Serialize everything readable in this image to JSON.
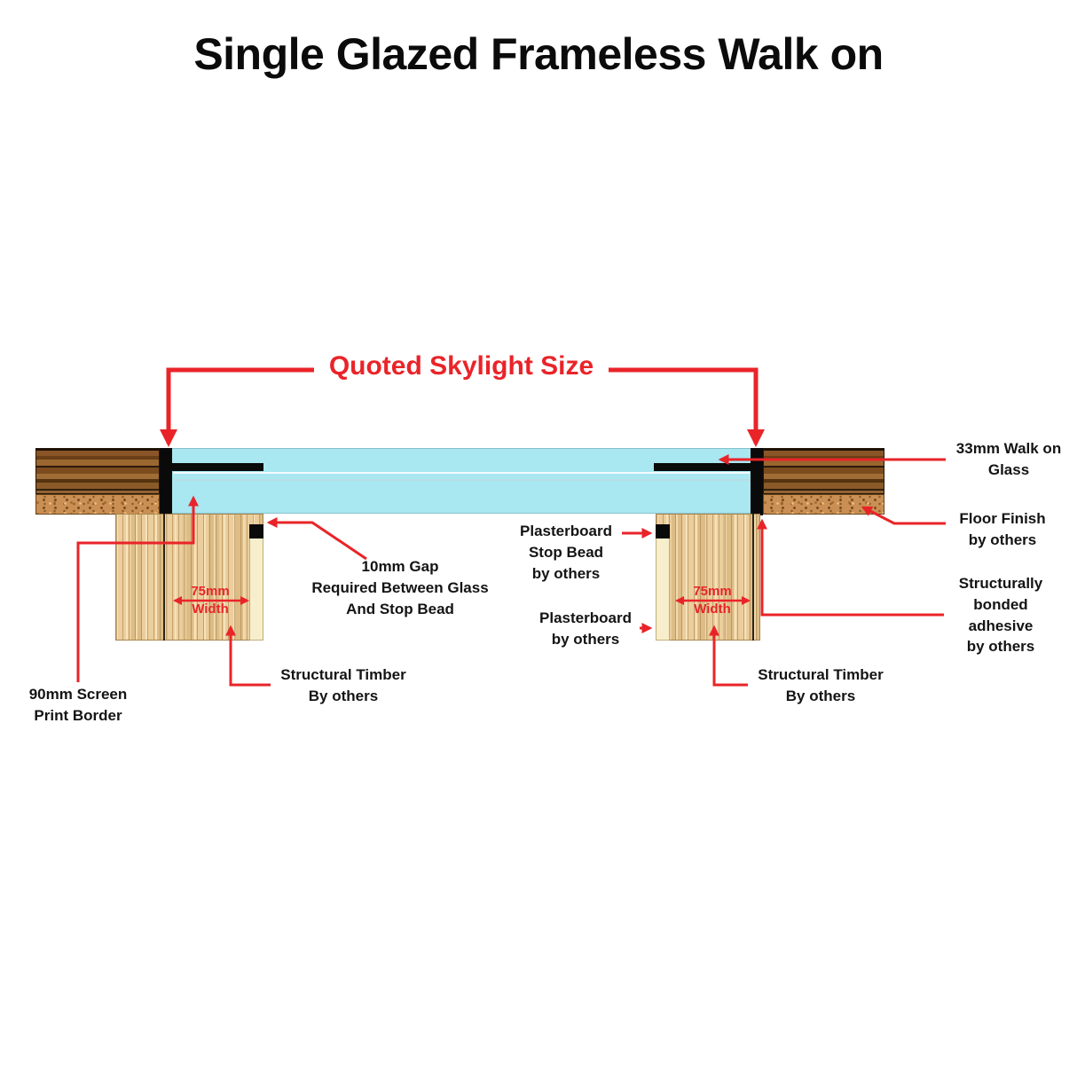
{
  "title": "Single Glazed Frameless Walk on",
  "annotations": {
    "quoted_size": "Quoted Skylight Size",
    "walk_on_glass": "33mm Walk on\nGlass",
    "floor_finish": "Floor Finish\nby others",
    "bonded_adhesive": "Structurally\nbonded\nadhesive\nby others",
    "gap_note": "10mm Gap\nRequired Between Glass\nAnd Stop Bead",
    "stop_bead": "Plasterboard\nStop Bead\nby others",
    "plasterboard": "Plasterboard\nby others",
    "width_left": "75mm\nWidth",
    "width_right": "75mm\nWidth",
    "screen_print_border": "90mm Screen\nPrint Border",
    "structural_timber_left": "Structural Timber\nBy others",
    "structural_timber_right": "Structural Timber\nBy others"
  },
  "colors": {
    "annotation_red": "#e92429",
    "glass_cyan": "#a9e7f1",
    "screen_print_black": "#0a0a0a",
    "floor_wood_brown": "#8a5628",
    "cork_underlay": "#c98f54",
    "structural_timber": "#eccf9f",
    "plasterboard_cream": "#f7eecb"
  }
}
